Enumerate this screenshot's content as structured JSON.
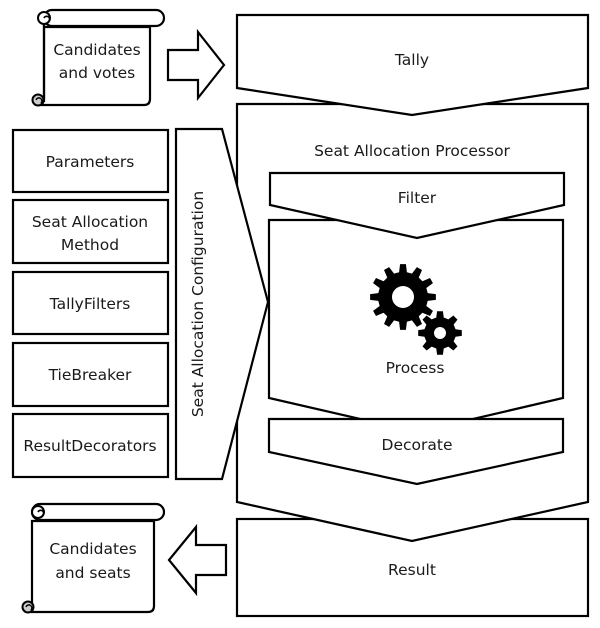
{
  "inputs": {
    "candidates_votes": {
      "line1": "Candidates",
      "line2": "and votes",
      "icon": "scroll-icon"
    }
  },
  "outputs": {
    "candidates_seats": {
      "line1": "Candidates",
      "line2": "and seats",
      "icon": "scroll-icon"
    }
  },
  "pipeline": {
    "tally": "Tally",
    "processor_title": "Seat Allocation Processor",
    "filter": "Filter",
    "process": "Process",
    "process_icon": "gears-icon",
    "decorate": "Decorate",
    "result": "Result"
  },
  "configuration": {
    "title": "Seat Allocation Configuration",
    "items": [
      {
        "line1": "Parameters"
      },
      {
        "line1": "Seat Allocation",
        "line2": "Method"
      },
      {
        "line1": "TallyFilters"
      },
      {
        "line1": "TieBreaker"
      },
      {
        "line1": "ResultDecorators"
      }
    ]
  },
  "arrows": {
    "input_arrow": "arrow-right-icon",
    "output_arrow": "arrow-left-icon"
  }
}
